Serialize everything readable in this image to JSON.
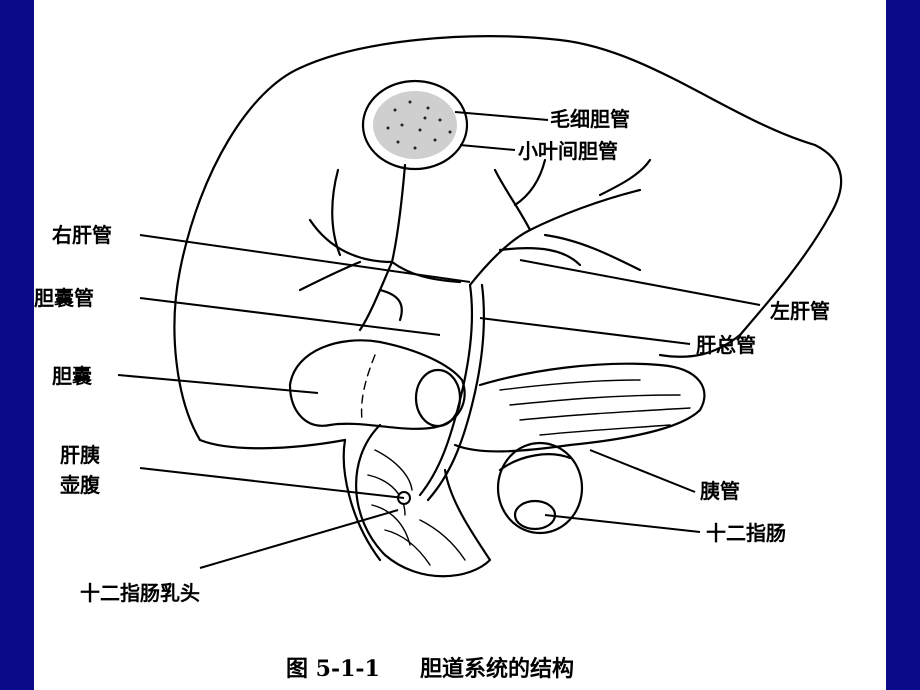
{
  "labels": {
    "capillary_bile_duct": "毛细胆管",
    "interlobular_bile_duct": "小叶间胆管",
    "right_hepatic_duct": "右肝管",
    "left_hepatic_duct": "左肝管",
    "cystic_duct": "胆囊管",
    "common_hepatic_duct": "肝总管",
    "gallbladder": "胆囊",
    "hepatopancreatic_ampulla_line1": "肝胰",
    "hepatopancreatic_ampulla_line2": "壶腹",
    "pancreatic_duct": "胰管",
    "duodenum": "十二指肠",
    "duodenal_papilla": "十二指肠乳头"
  },
  "caption": {
    "figure_number": "图 5-1-1",
    "title": "胆道系统的结构"
  },
  "colors": {
    "frame": "#0b0b8a",
    "background": "#ffffff",
    "ink": "#000000"
  }
}
